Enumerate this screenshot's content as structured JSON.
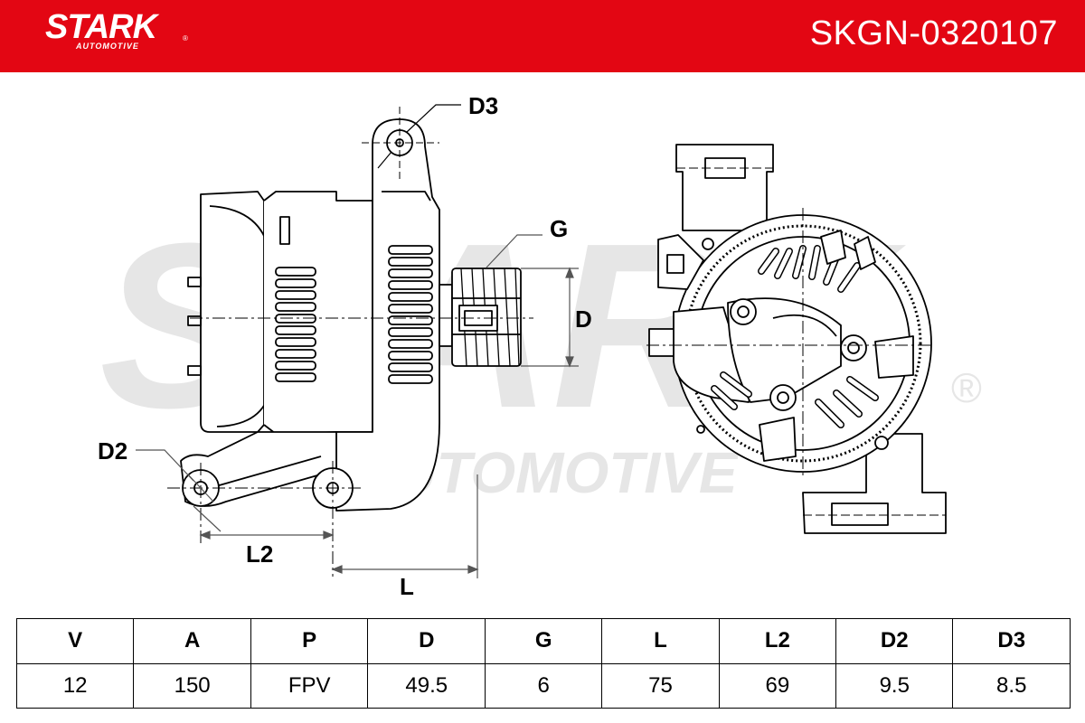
{
  "header": {
    "brand": "STARK",
    "brand_sub": "AUTOMOTIVE",
    "registered": "®",
    "part_number": "SKGN-0320107",
    "color": "#e30613"
  },
  "watermark": {
    "brand": "STARK",
    "sub": "AUTOMOTIVE",
    "registered": "®"
  },
  "diagram": {
    "labels": {
      "d3": "D3",
      "g": "G",
      "d": "D",
      "d2": "D2",
      "l2": "L2",
      "l": "L"
    }
  },
  "spec_table": {
    "headers": [
      "V",
      "A",
      "P",
      "D",
      "G",
      "L",
      "L2",
      "D2",
      "D3"
    ],
    "values": [
      "12",
      "150",
      "FPV",
      "49.5",
      "6",
      "75",
      "69",
      "9.5",
      "8.5"
    ]
  }
}
